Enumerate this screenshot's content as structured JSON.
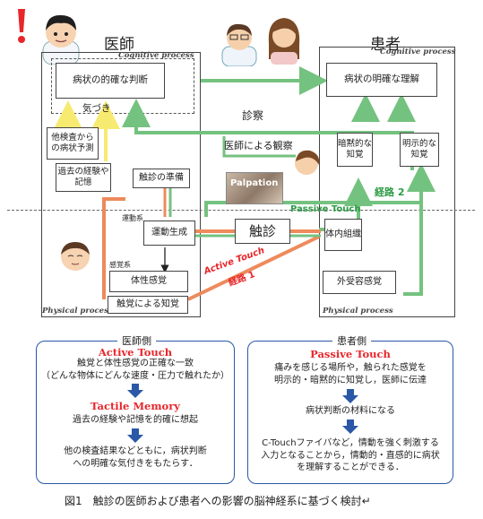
{
  "doctor": {
    "title": "医師",
    "cognitive_label": "Cognitive process",
    "physical_label": "Physical process",
    "diagnosis_box": "病状の的確な判断",
    "awareness": "気づき",
    "other_tests_box": "他検査からの病状予測",
    "past_exp_box": "過去の経験や記憶",
    "prep_box": "触診の準備",
    "motor_label": "運動系",
    "motor_box": "運動生成",
    "sensory_label": "感覚系",
    "somato_box": "体性感覚",
    "touch_percept_box": "触覚による知覚"
  },
  "patient": {
    "title": "患者",
    "cognitive_label": "Cognitive process",
    "physical_label": "Physical process",
    "understanding_box": "病状の明確な理解",
    "implicit_box": "暗黙的な知覚",
    "explicit_box": "明示的な知覚",
    "tissue_box": "体内組織",
    "exteroceptive_box": "外受容感覚"
  },
  "center": {
    "consult": "診察",
    "observation": "医師による観察",
    "palpation_photo": "Palpation",
    "palpation_box": "触診",
    "passive_touch": "Passive Touch",
    "active_touch": "Active Touch",
    "route1": "経路 1",
    "route2": "経路 2"
  },
  "doctor_side": {
    "title": "医師側",
    "active_touch": "Active Touch",
    "text1": "触覚と体性感覚の正確な一致\n（どんな物体にどんな速度・圧力で触れたか）",
    "tactile_memory": "Tactile Memory",
    "text2": "過去の経験や記憶を的確に想起",
    "text3": "他の検査結果などともに，病状判断\nへの明確な気付きをもたらす．"
  },
  "patient_side": {
    "title": "患者側",
    "passive_touch": "Passive Touch",
    "text1": "痛みを感じる場所や，触られた感覚を\n明示的・暗黙的に知覚し，医師に伝達",
    "text2": "病状判断の材料になる",
    "text3": "C-Touchファイバなど，情動を強く刺激する\n入力となることから，情動的・直感的に病状\nを理解することができる．"
  },
  "caption": "図1　触診の医師および患者への影響の脳神経系に基づく検討↵",
  "colors": {
    "green": "#74c27f",
    "orange": "#ee8a5c",
    "yellow": "#fff59a",
    "blue": "#2a58a7",
    "red": "#e8262a"
  }
}
